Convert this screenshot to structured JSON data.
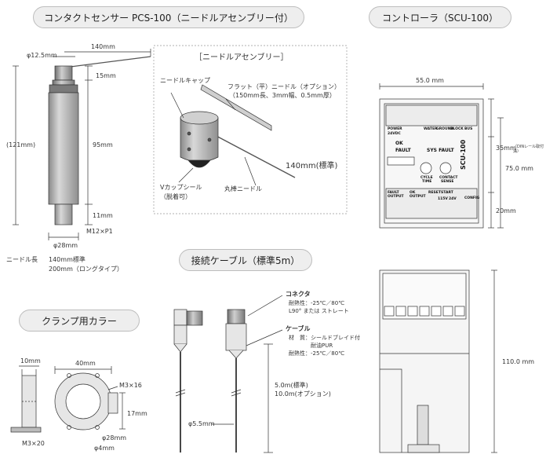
{
  "sections": {
    "sensor": "コンタクトセンサー PCS-100（ニードルアセンブリー付）",
    "controller": "コントローラ（SCU-100）",
    "needle_assembly": "［ニードルアセンブリー］",
    "cable": "接続ケーブル（標準5m）",
    "clamp": "クランプ用カラー"
  },
  "sensor": {
    "dia_top": "φ12.5mm",
    "width_140": "140mm",
    "h15": "15mm",
    "h121": "(121mm)",
    "h95": "95mm",
    "h11": "11mm",
    "thread": "M12×P1",
    "dia_body": "φ28mm",
    "needle_len_label": "ニードル長",
    "needle_len_std": "140mm標準",
    "needle_len_long": "200mm（ロングタイプ）"
  },
  "needle_assembly": {
    "cap": "ニードルキャップ",
    "flat_line1": "フラット（平）ニードル（オプション）",
    "flat_line2": "（150mm長、3mm幅、0.5mm厚）",
    "std_len": "140mm(標準)",
    "seal_line1": "Vカップシール",
    "seal_line2": "（脱着可）",
    "round": "丸棒ニードル"
  },
  "cable": {
    "connector_title": "コネクタ",
    "connector_heat": "耐熱性：-25℃／80℃",
    "connector_type": "L90° または ストレート",
    "cable_title": "ケーブル",
    "material": "材　質：シールドブレイド付",
    "material2": "耐油PUR",
    "cable_heat": "耐熱性：-25℃／80℃",
    "length_std": "5.0m(標準)",
    "length_opt": "10.0m(オプション)",
    "dia": "φ5.5mm"
  },
  "clamp": {
    "w10": "10mm",
    "w40": "40mm",
    "m3x16": "M3×16",
    "h17": "17mm",
    "d28": "φ28mm",
    "d4": "φ4mm",
    "m3x20": "M3×20"
  },
  "controller": {
    "w55": "55.0 mm",
    "h35": "35mm",
    "h35_note": "（DINレール取付溝）",
    "h75": "75.0 mm",
    "h20": "20mm",
    "h110": "110.0 mm",
    "model": "SCU-100",
    "power": "POWER",
    "vdc": "24VDC",
    "water": "WATER",
    "ground": "GROUND",
    "block": "BLOCK",
    "bus": "BUS",
    "ok": "OK",
    "fault": "FAULT",
    "sys_fault": "SYS FAULT",
    "cycle": "CYCLE",
    "contact": "CONTACT",
    "time": "TIME",
    "sense": "SENSE",
    "fault_output": "FAULT OUTPUT",
    "ok_output": "OK OUTPUT",
    "reset": "RESET",
    "start": "START",
    "v115": "115V",
    "v24": "24V",
    "config": "CONFIG"
  },
  "colors": {
    "pill_bg": "#eeeeee",
    "line": "#333333",
    "metal": "#b5b5b5"
  }
}
